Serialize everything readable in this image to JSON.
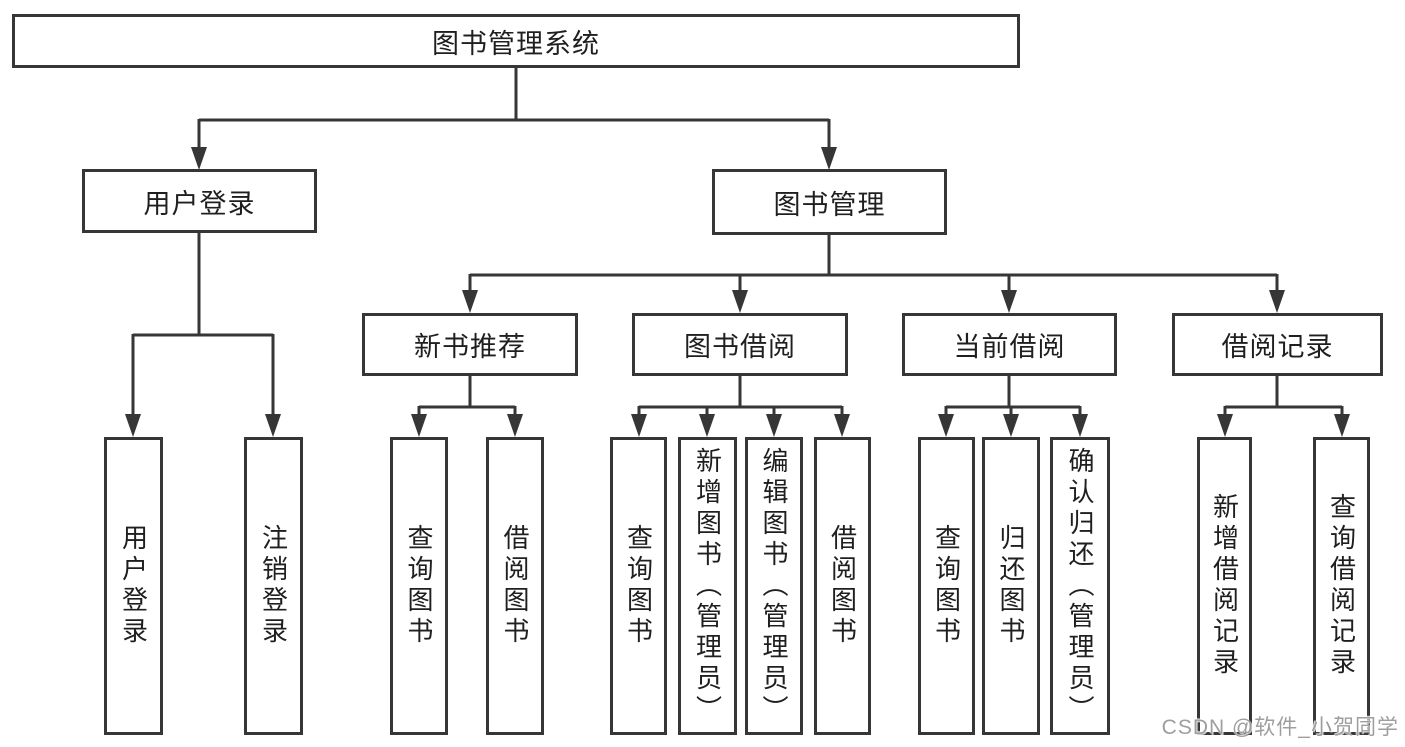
{
  "colors": {
    "line": "#363636",
    "box_border": "#363636",
    "text": "#1f1f1f",
    "watermark": "#9e9e9e",
    "background": "#ffffff"
  },
  "tree": {
    "label": "图书管理系统",
    "children": [
      {
        "label": "用户登录",
        "children": [
          {
            "label": "用户登录"
          },
          {
            "label": "注销登录"
          }
        ]
      },
      {
        "label": "图书管理",
        "children": [
          {
            "label": "新书推荐",
            "children": [
              {
                "label": "查询图书"
              },
              {
                "label": "借阅图书"
              }
            ]
          },
          {
            "label": "图书借阅",
            "children": [
              {
                "label": "查询图书"
              },
              {
                "label": "新增图书（管理员）"
              },
              {
                "label": "编辑图书（管理员）"
              },
              {
                "label": "借阅图书"
              }
            ]
          },
          {
            "label": "当前借阅",
            "children": [
              {
                "label": "查询图书"
              },
              {
                "label": "归还图书"
              },
              {
                "label": "确认归还（管理员）"
              }
            ]
          },
          {
            "label": "借阅记录",
            "children": [
              {
                "label": "新增借阅记录"
              },
              {
                "label": "查询借阅记录"
              }
            ]
          }
        ]
      }
    ]
  },
  "watermark": {
    "text": "CSDN @软件_小贺同学"
  }
}
